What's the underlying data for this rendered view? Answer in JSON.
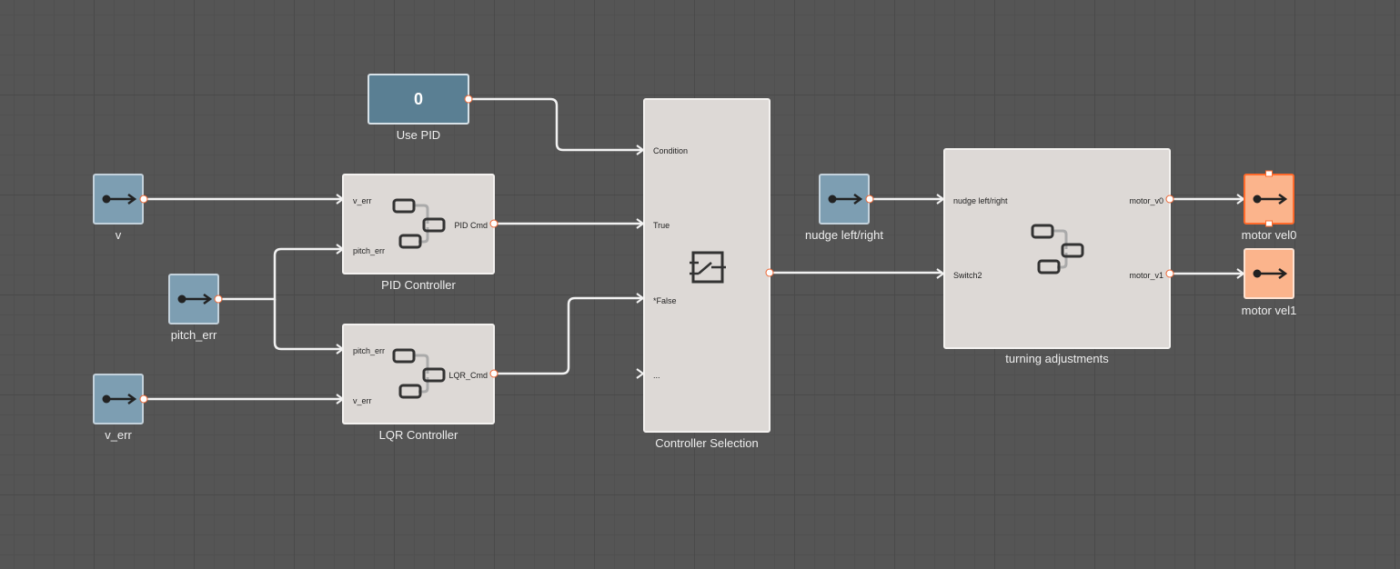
{
  "canvas": {
    "background": "#555555"
  },
  "blocks": {
    "v": {
      "label": "v",
      "icon": "inport-arrow-icon"
    },
    "pitch_err": {
      "label": "pitch_err",
      "icon": "inport-arrow-icon"
    },
    "v_err": {
      "label": "v_err",
      "icon": "inport-arrow-icon"
    },
    "use_pid": {
      "label": "Use PID",
      "value": "0"
    },
    "pid": {
      "label": "PID Controller",
      "inputs": [
        "v_err",
        "pitch_err"
      ],
      "outputs": [
        "PID Cmd"
      ],
      "icon": "subsystem-icon"
    },
    "lqr": {
      "label": "LQR Controller",
      "inputs": [
        "pitch_err",
        "v_err"
      ],
      "outputs": [
        "LQR_Cmd"
      ],
      "icon": "subsystem-icon"
    },
    "selector": {
      "label": "Controller Selection",
      "inputs": [
        "Condition",
        "True",
        "*False",
        "..."
      ],
      "icon": "switch-icon"
    },
    "nudge": {
      "label": "nudge left/right",
      "icon": "inport-arrow-icon"
    },
    "turning": {
      "label": "turning adjustments",
      "inputs": [
        "nudge left/right",
        "Switch2"
      ],
      "outputs": [
        "motor_v0",
        "motor_v1"
      ],
      "icon": "subsystem-icon"
    },
    "motor_vel0": {
      "label": "motor vel0",
      "icon": "outport-arrow-icon",
      "selected": true
    },
    "motor_vel1": {
      "label": "motor vel1",
      "icon": "outport-arrow-icon"
    }
  },
  "colors": {
    "inport": "#7d9eb2",
    "outport": "#fbb48c",
    "constant": "#5a7f93",
    "subsystem": "#ddd9d6",
    "wire": "#f2f2f2",
    "port_accent": "#ee6633",
    "selection": "#ff6a2b"
  }
}
